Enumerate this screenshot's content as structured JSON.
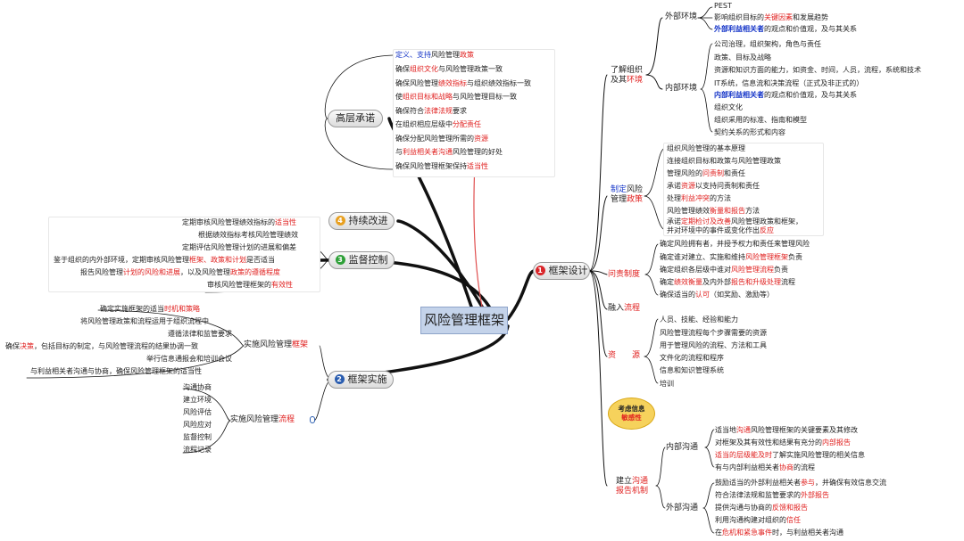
{
  "central": "风险管理框架",
  "main": {
    "design_num": "1",
    "design": "框架设计",
    "impl_num": "2",
    "impl": "框架实施",
    "monitor_num": "3",
    "monitor": "监督控制",
    "improve_num": "4",
    "improve": "持续改进",
    "commit": "高层承诺"
  },
  "colors": {
    "accent_red": "#e0201f",
    "accent_blue": "#1434c8",
    "central_fill": "#c4d3ea",
    "note_fill": "#f6d25c"
  },
  "icons": [
    "priority-1-icon",
    "priority-2-icon",
    "priority-3-icon",
    "priority-4-icon",
    "collapse-icon"
  ],
  "commit": [
    {
      "a": "定义、支持",
      "b": "风险管理",
      "c": "政策"
    },
    {
      "a": "确保",
      "b": "组织文化",
      "c": "与风险管理政策一致"
    },
    {
      "a": "确保风险管理",
      "b": "绩效指标",
      "c": "与组织绩效指标一致"
    },
    {
      "a": "使",
      "b": "组织目标和战略",
      "c": "与风险管理目标一致"
    },
    {
      "a": "确保符合",
      "b": "法律法规",
      "c": "要求"
    },
    {
      "a": "在组织相应层级中",
      "b": "分配责任"
    },
    {
      "a": "确保分配风险管理所需的",
      "b": "资源"
    },
    {
      "a": "与",
      "b": "利益相关者沟通",
      "c": "风险管理的好处"
    },
    {
      "a": "确保风险管理框架保持",
      "b": "适当性"
    }
  ],
  "monitor": [
    {
      "a": "定期审核风险管理绩效指标的",
      "b": "适当性"
    },
    {
      "a": "根据绩效指标考核风险管理绩效"
    },
    {
      "a": "定期评估风险管理计划的进展和偏差"
    },
    {
      "a": "鉴于组织的内外部环境，定期审核风险管理",
      "b": "框架、政策和计划",
      "c": "是否适当"
    },
    {
      "a": "报告风险管理",
      "b": "计划的风险和进展",
      "c": "，以及风险管理",
      "d": "政策的遵循程度"
    },
    {
      "a": "审核风险管理框架的",
      "b": "有效性"
    }
  ],
  "impl": {
    "fw": {
      "a": "实施风险管理",
      "b": "框架"
    },
    "fw_items": [
      {
        "a": "确定实施框架的适当",
        "b": "时机和策略"
      },
      {
        "a": "将风险管理政策和流程运用于组织流程中"
      },
      {
        "a": "遵循法律和监管要求"
      },
      {
        "a": "确保",
        "b": "决策",
        "c": "，包括目标的制定，与风险管理流程的结果协调一致"
      },
      {
        "a": "举行信息通报会和培训会议"
      },
      {
        "a": "与利益相关者沟通与协商，确保风险管理框架的适当性"
      }
    ],
    "proc": {
      "a": "实施风险管理",
      "b": "流程"
    },
    "proc_items": [
      "沟通协商",
      "建立环境",
      "风险评估",
      "风险应对",
      "监督控制",
      "流程记录"
    ]
  },
  "design": {
    "org": {
      "a": "了解组织",
      "b": "及其",
      "c": "环境"
    },
    "ext": "外部环境",
    "ext_items": [
      "PEST",
      {
        "a": "影响组织目标的",
        "b": "关键因素",
        "c": "和发展趋势"
      },
      {
        "a": "外部利益相关者",
        "b": "的观点和价值观，及与其关系"
      }
    ],
    "int": "内部环境",
    "int_items": [
      "公司治理，组织架构，角色与责任",
      "政策、目标及战略",
      "资源和知识方面的能力，如资金、时间，人员，流程，系统和技术",
      "IT系统，信息流和决策流程（正式及非正式的）",
      {
        "a": "内部利益相关者",
        "b": "的观点和价值观，及与其关系"
      },
      "组织文化",
      "组织采用的标准、指南和模型",
      "契约关系的形式和内容"
    ],
    "policy": {
      "a": "制定",
      "b": "风险",
      "c": "管理",
      "d": "政策"
    },
    "policy_items": [
      "组织风险管理的基本原理",
      "连接组织目标和政策与风险管理政策",
      {
        "a": "管理风险的",
        "b": "问责制",
        "c": "和责任"
      },
      {
        "a": "承诺",
        "b": "资源",
        "c": "以支持问责制和责任"
      },
      {
        "a": "处理",
        "b": "利益冲突",
        "c": "的方法"
      },
      {
        "a": "风险管理绩效",
        "b": "衡量和报告",
        "c": "方法"
      },
      {
        "a": "承诺",
        "b": "定期检讨及改善",
        "c": "风险管理政策和框架，"
      },
      {
        "a": "并对环境中的事件或变化作出",
        "b": "反应"
      }
    ],
    "acc": "问责制度",
    "acc_items": [
      "确定风险拥有者，并授予权力和责任来管理风险",
      {
        "a": "确定谁对建立、实施和维持",
        "b": "风险管理框架",
        "c": "负责"
      },
      {
        "a": "确定组织各层级中谁对",
        "b": "风险管理流程",
        "c": "负责"
      },
      {
        "a": "确定",
        "b": "绩效衡量",
        "c": "及内外部",
        "d": "报告和升级处理",
        "e": "流程"
      },
      {
        "a": "确保适当的",
        "b": "认可",
        "c": "（如奖励、激励等）"
      }
    ],
    "integ": {
      "a": "融入",
      "b": "流程"
    },
    "res": "资　　源",
    "res_items": [
      "人员、技能、经验和能力",
      "风险管理流程每个步骤需要的资源",
      "用于管理风险的流程、方法和工具",
      "文件化的流程和程序",
      "信息和知识管理系统",
      "培训"
    ],
    "note": {
      "a": "考虑信息",
      "b": "敏感性"
    },
    "comm": {
      "a": "建立",
      "b": "沟通",
      "c": "报告机制"
    },
    "ic": "内部沟通",
    "ic_items": [
      {
        "a": "适当地",
        "b": "沟通",
        "c": "风险管理框架的关键要素及其修改"
      },
      {
        "a": "对框架及其有效性和结果有充分的",
        "b": "内部报告"
      },
      {
        "a": "适当的层级能及时",
        "b": "了解实施风险管理的相关信息"
      },
      {
        "a": "有与内部利益相关者",
        "b": "协商",
        "c": "的流程"
      }
    ],
    "ec": "外部沟通",
    "ec_items": [
      {
        "a": "鼓励适当的外部利益相关者",
        "b": "参与",
        "c": "，并确保有效信息交流"
      },
      {
        "a": "符合法律法规和监管要求的",
        "b": "外部报告"
      },
      {
        "a": "提供沟通与协商的",
        "b": "反馈和报告"
      },
      {
        "a": "利用沟通构建对组织的",
        "b": "信任"
      },
      {
        "a": "在",
        "b": "危机和紧急事件",
        "c": "时，与利益相关者沟通"
      }
    ]
  }
}
